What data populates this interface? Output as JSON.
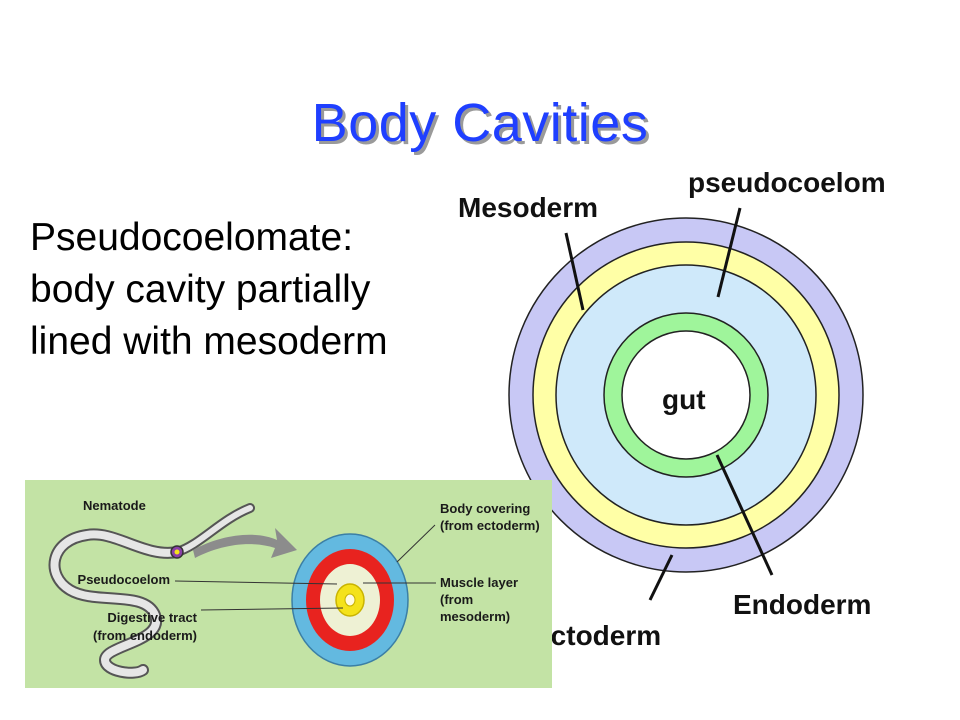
{
  "slide": {
    "title": "Body Cavities",
    "description": [
      "Pseudocoelomate:",
      "body cavity partially",
      "lined with mesoderm"
    ]
  },
  "diagram": {
    "labels": {
      "mesoderm": "Mesoderm",
      "pseudocoelom": "pseudocoelom",
      "gut": "gut",
      "endoderm": "Endoderm",
      "ectoderm": "Ectoderm"
    },
    "colors": {
      "ectoderm": "#c8c8f5",
      "mesoderm": "#ffffa6",
      "pseudocoelom": "#cfe9fa",
      "endoderm": "#9ff59b",
      "gut": "#ffffff"
    }
  },
  "nematode_panel": {
    "labels": {
      "nematode": "Nematode",
      "body_covering_1": "Body covering",
      "body_covering_2": "(from ectoderm)",
      "pseudocoelom": "Pseudocoelom",
      "muscle_1": "Muscle layer",
      "muscle_2": "(from",
      "muscle_3": "mesoderm)",
      "digestive_1": "Digestive tract",
      "digestive_2": "(from endoderm)"
    },
    "colors": {
      "background": "#c3e3a5",
      "covering": "#63b9e0",
      "muscle": "#e8231f",
      "pseudocoelom": "#eef1d4",
      "gut": "#f4e21a"
    }
  }
}
